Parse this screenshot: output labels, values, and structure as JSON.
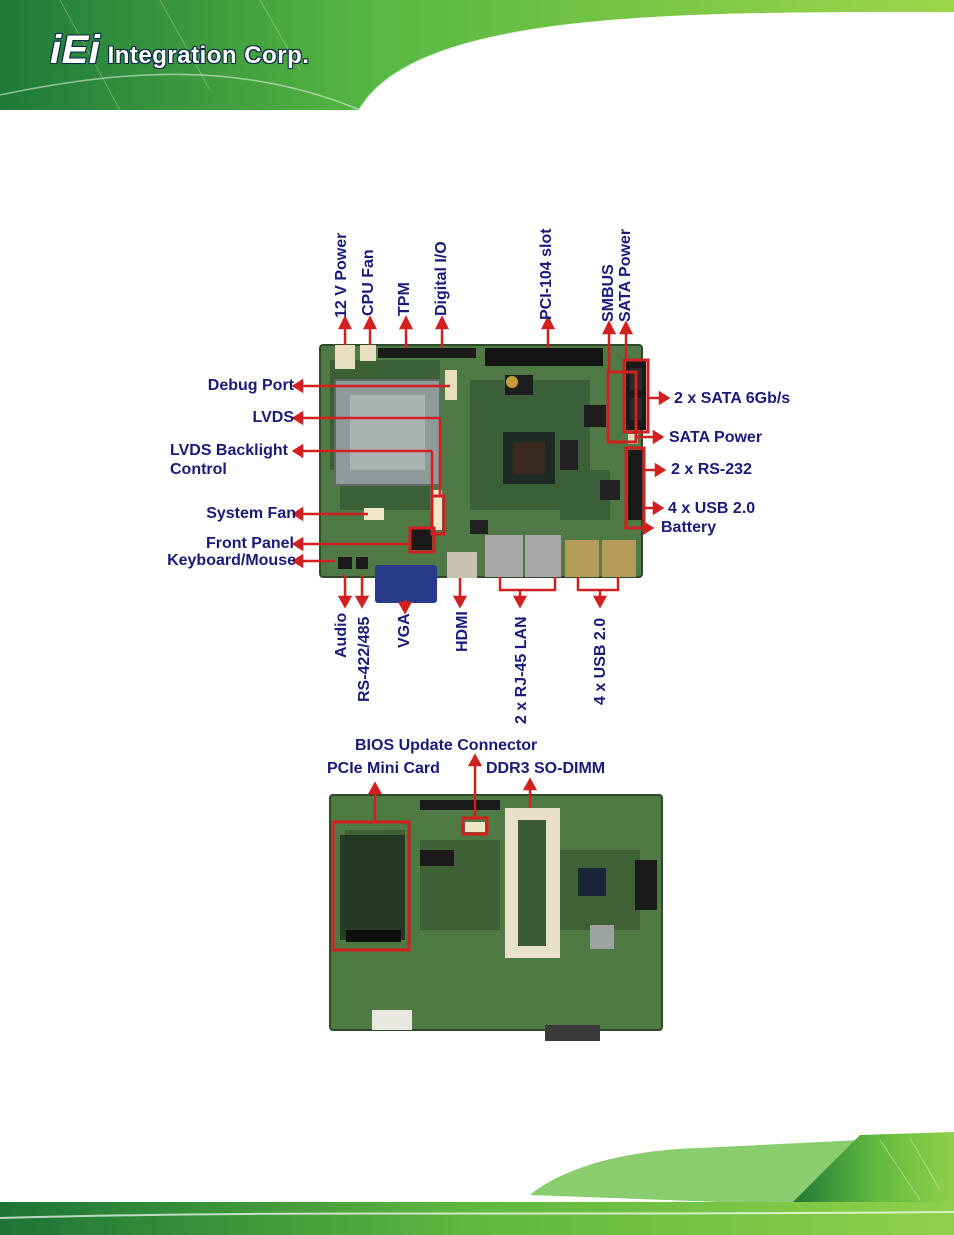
{
  "header": {
    "logo_brand": "iEi",
    "logo_company": "Integration Corp."
  },
  "top_board": {
    "top_labels": [
      "12 V Power",
      "CPU Fan",
      "TPM",
      "Digital I/O",
      "PCI-104 slot",
      "SMBUS",
      "SATA Power"
    ],
    "left_labels": [
      "Debug Port",
      "LVDS",
      "LVDS Backlight",
      "Control",
      "System Fan",
      "Front Panel",
      "Keyboard/Mouse"
    ],
    "right_labels": [
      "2 x SATA 6Gb/s",
      "SATA Power",
      "2 x RS-232",
      "4 x USB 2.0",
      "Battery"
    ],
    "bottom_labels": [
      "Audio",
      "RS-422/485",
      "VGA",
      "HDMI",
      "2 x RJ-45 LAN",
      "4 x USB 2.0"
    ]
  },
  "bottom_board": {
    "labels": [
      "BIOS Update Connector",
      "PCIe Mini Card",
      "DDR3 SO-DIMM"
    ]
  },
  "colors": {
    "label": "#1a1a7a",
    "pcb": "#4f7a45",
    "highlight": "#d22020",
    "banner_green": "#3fae3a"
  }
}
